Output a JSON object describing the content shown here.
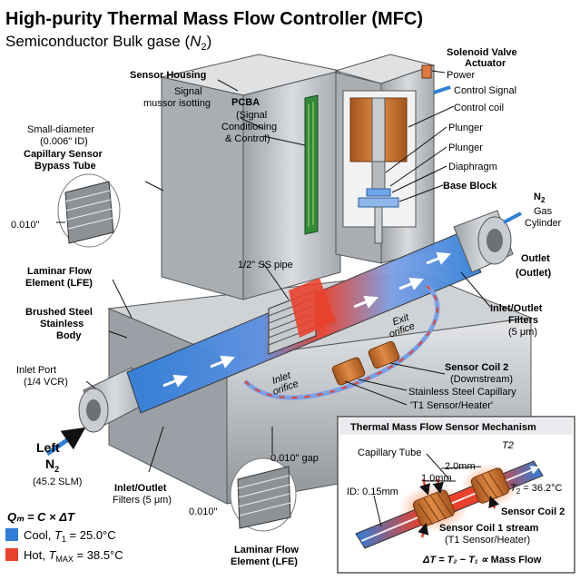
{
  "header": {
    "title": "High-purity Thermal Mass Flow Controller (MFC)",
    "subtitle_prefix": "Semiconductor Bulk gase (",
    "subtitle_sym": "N",
    "subtitle_sub": "2",
    "subtitle_suffix": ")"
  },
  "labels": {
    "sensor_housing": "Sensor Housing",
    "signal_l1": "Signal",
    "signal_l2": "mussor isotting",
    "pcba_title": "PCBA",
    "pcba_l1": "(Signal",
    "pcba_l2": "Conditioning",
    "pcba_l3": "& Control)",
    "small_diam_l1": "Small-diameter",
    "small_diam_l2": "(0.006\" ID)",
    "capillary_l1": "Capillary Sensor",
    "capillary_l2": "Bypass Tube",
    "gap_left": "0.010\"",
    "ss_pipe": "1/2\" SS pipe",
    "lfe_l1": "Laminar Flow",
    "lfe_l2": "Element (LFE)",
    "brushed_l1": "Brushed Steel",
    "brushed_l2": "Stainless",
    "brushed_l3": "Body",
    "inlet_port_l1": "Inlet Port",
    "inlet_port_l2": "(1/4 VCR)",
    "left_n2_l1": "Left",
    "left_n2_sym": "N",
    "left_n2_sub": "2",
    "flow_rate": "(45.2 SLM)",
    "filters_bottom_l1": "Inlet/Outlet",
    "filters_bottom_l2": "Filters (5 μm)",
    "gap_bottom": "0.010\" gap",
    "gap_bottom_left": "0.010\"",
    "lfe_bottom_l1": "Laminar Flow",
    "lfe_bottom_l2": "Element (LFE)",
    "inlet_orifice_l1": "Inlet",
    "inlet_orifice_l2": "orifice",
    "exit_orifice_l1": "Exit",
    "exit_orifice_l2": "orifice",
    "solenoid_l1": "Solenoid Valve",
    "solenoid_l2": "Actuator",
    "power": "Power",
    "control_signal": "Control Signal",
    "control_coil": "Control coil",
    "plunger_1": "Plunger",
    "plunger_2": "Plunger",
    "diaphragm": "Diaphragm",
    "base_block": "Base Block",
    "n2_right_sym": "N",
    "n2_right_sub": "2",
    "gas_l1": "Gas",
    "gas_l2": "Cylinder",
    "outlet_l1": "Outlet",
    "outlet_l2": "(Outlet)",
    "filters_right_l1": "Inlet/Outlet",
    "filters_right_l2": "Filters",
    "filters_right_l3": "(5 μm)",
    "coil2_l1": "Sensor Coil 2",
    "coil2_l2": "(Downstream)",
    "ss_capillary": "Stainless Steel Capillary",
    "t1_sensor": "'T1 Sensor/Heater'"
  },
  "inset": {
    "title": "Thermal Mass Flow Sensor Mechanism",
    "capillary_tube": "Capillary Tube",
    "t2_label": "T2",
    "dim_2mm": "2.0mm",
    "dim_1mm": "1.0mm",
    "id_label": "ID: 0.15mm",
    "t2_value": "T",
    "t2_value_sub": "2",
    "t2_value_rest": " = 36.2°C",
    "coil2": "Sensor Coil 2",
    "coil1_l1": "Sensor Coil 1 stream",
    "coil1_l2": "(T1 Sensor/Heater)",
    "delta_formula": "ΔT = T₂ − T₁ ∝ ",
    "delta_bold": "Mass Flow"
  },
  "legend": {
    "formula": "Qₘ = C × ΔT",
    "cool_prefix": "Cool, ",
    "cool_sym": "T",
    "cool_sub": "1",
    "cool_value": " = 25.0°C",
    "hot_prefix": "Hot, ",
    "hot_sym": "T",
    "hot_sub": "MAX",
    "hot_value": " = 38.5°C",
    "cool_color": "#2f7ed8",
    "hot_color": "#e8412c"
  }
}
